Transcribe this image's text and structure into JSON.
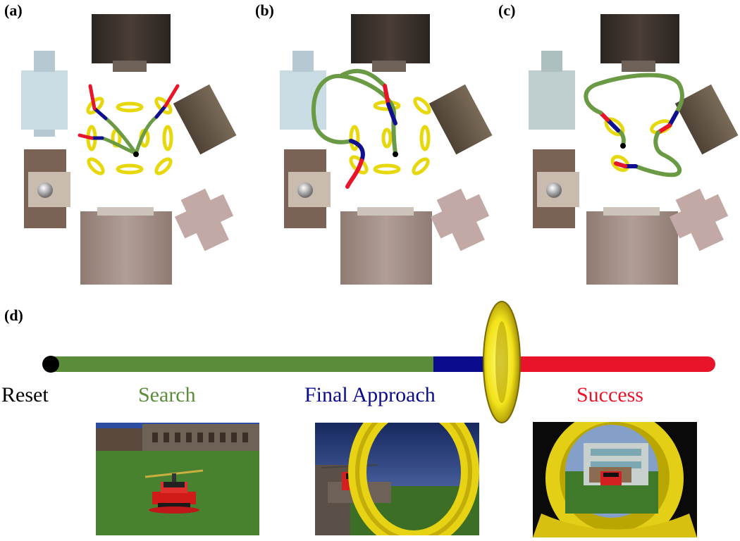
{
  "panels": {
    "a": {
      "label": "(a)"
    },
    "b": {
      "label": "(b)"
    },
    "c": {
      "label": "(c)"
    },
    "d": {
      "label": "(d)"
    }
  },
  "timeline": {
    "phases": [
      {
        "id": "reset",
        "label": "Reset",
        "color": "#000000"
      },
      {
        "id": "search",
        "label": "Search",
        "color": "#5b8c3a"
      },
      {
        "id": "final",
        "label": "Final Approach",
        "color": "#0a0a8c"
      },
      {
        "id": "success",
        "label": "Success",
        "color": "#e8152a"
      }
    ]
  },
  "colors": {
    "ring": "#f2e21a",
    "ring_dark": "#a08c00",
    "grass": "#4e8a34",
    "sky": "#1d3f8f"
  }
}
